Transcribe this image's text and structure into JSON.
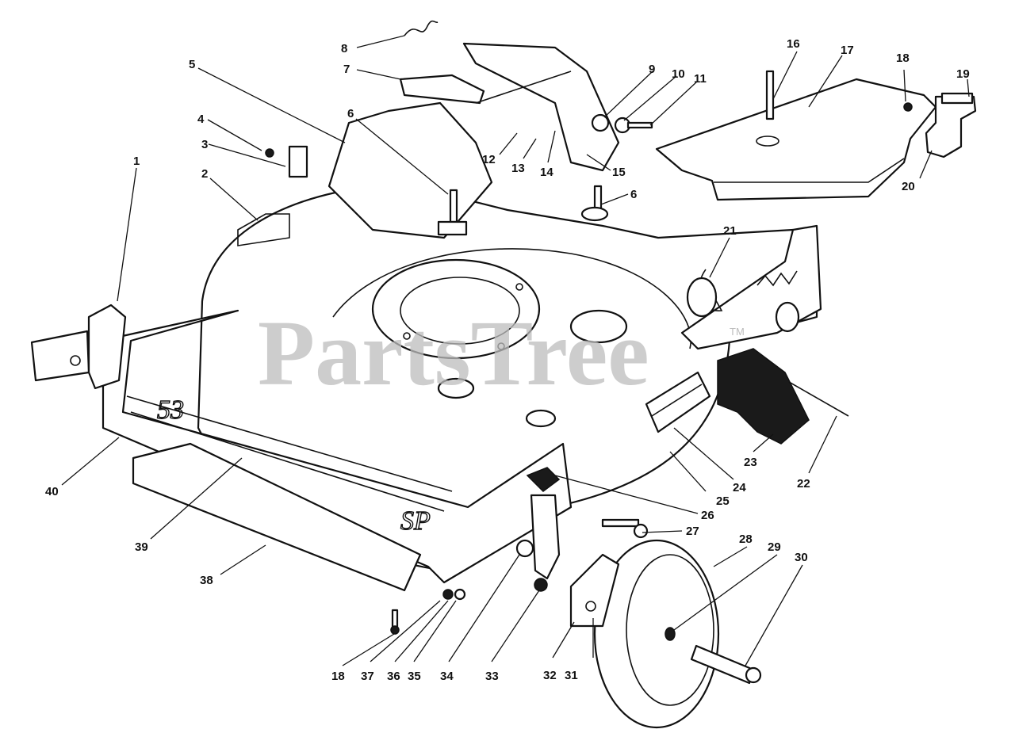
{
  "watermark": {
    "text": "PartsTree",
    "trademark": "TM"
  },
  "deck_markings": {
    "size_mark": "53",
    "model_mark": "SP"
  },
  "callouts": [
    {
      "id": "c1",
      "label": "1"
    },
    {
      "id": "c2",
      "label": "2"
    },
    {
      "id": "c3",
      "label": "3"
    },
    {
      "id": "c4",
      "label": "4"
    },
    {
      "id": "c5",
      "label": "5"
    },
    {
      "id": "c6a",
      "label": "6"
    },
    {
      "id": "c6b",
      "label": "6"
    },
    {
      "id": "c7",
      "label": "7"
    },
    {
      "id": "c8",
      "label": "8"
    },
    {
      "id": "c9",
      "label": "9"
    },
    {
      "id": "c10",
      "label": "10"
    },
    {
      "id": "c11",
      "label": "11"
    },
    {
      "id": "c12",
      "label": "12"
    },
    {
      "id": "c13",
      "label": "13"
    },
    {
      "id": "c14",
      "label": "14"
    },
    {
      "id": "c15",
      "label": "15"
    },
    {
      "id": "c16",
      "label": "16"
    },
    {
      "id": "c17",
      "label": "17"
    },
    {
      "id": "c18a",
      "label": "18"
    },
    {
      "id": "c18b",
      "label": "18"
    },
    {
      "id": "c19",
      "label": "19"
    },
    {
      "id": "c20",
      "label": "20"
    },
    {
      "id": "c21",
      "label": "21"
    },
    {
      "id": "c22",
      "label": "22"
    },
    {
      "id": "c23",
      "label": "23"
    },
    {
      "id": "c24",
      "label": "24"
    },
    {
      "id": "c25",
      "label": "25"
    },
    {
      "id": "c26",
      "label": "26"
    },
    {
      "id": "c27",
      "label": "27"
    },
    {
      "id": "c28",
      "label": "28"
    },
    {
      "id": "c29",
      "label": "29"
    },
    {
      "id": "c30",
      "label": "30"
    },
    {
      "id": "c31",
      "label": "31"
    },
    {
      "id": "c32",
      "label": "32"
    },
    {
      "id": "c33",
      "label": "33"
    },
    {
      "id": "c34",
      "label": "34"
    },
    {
      "id": "c35",
      "label": "35"
    },
    {
      "id": "c36",
      "label": "36"
    },
    {
      "id": "c37",
      "label": "37"
    },
    {
      "id": "c38",
      "label": "38"
    },
    {
      "id": "c39",
      "label": "39"
    },
    {
      "id": "c40",
      "label": "40"
    }
  ]
}
